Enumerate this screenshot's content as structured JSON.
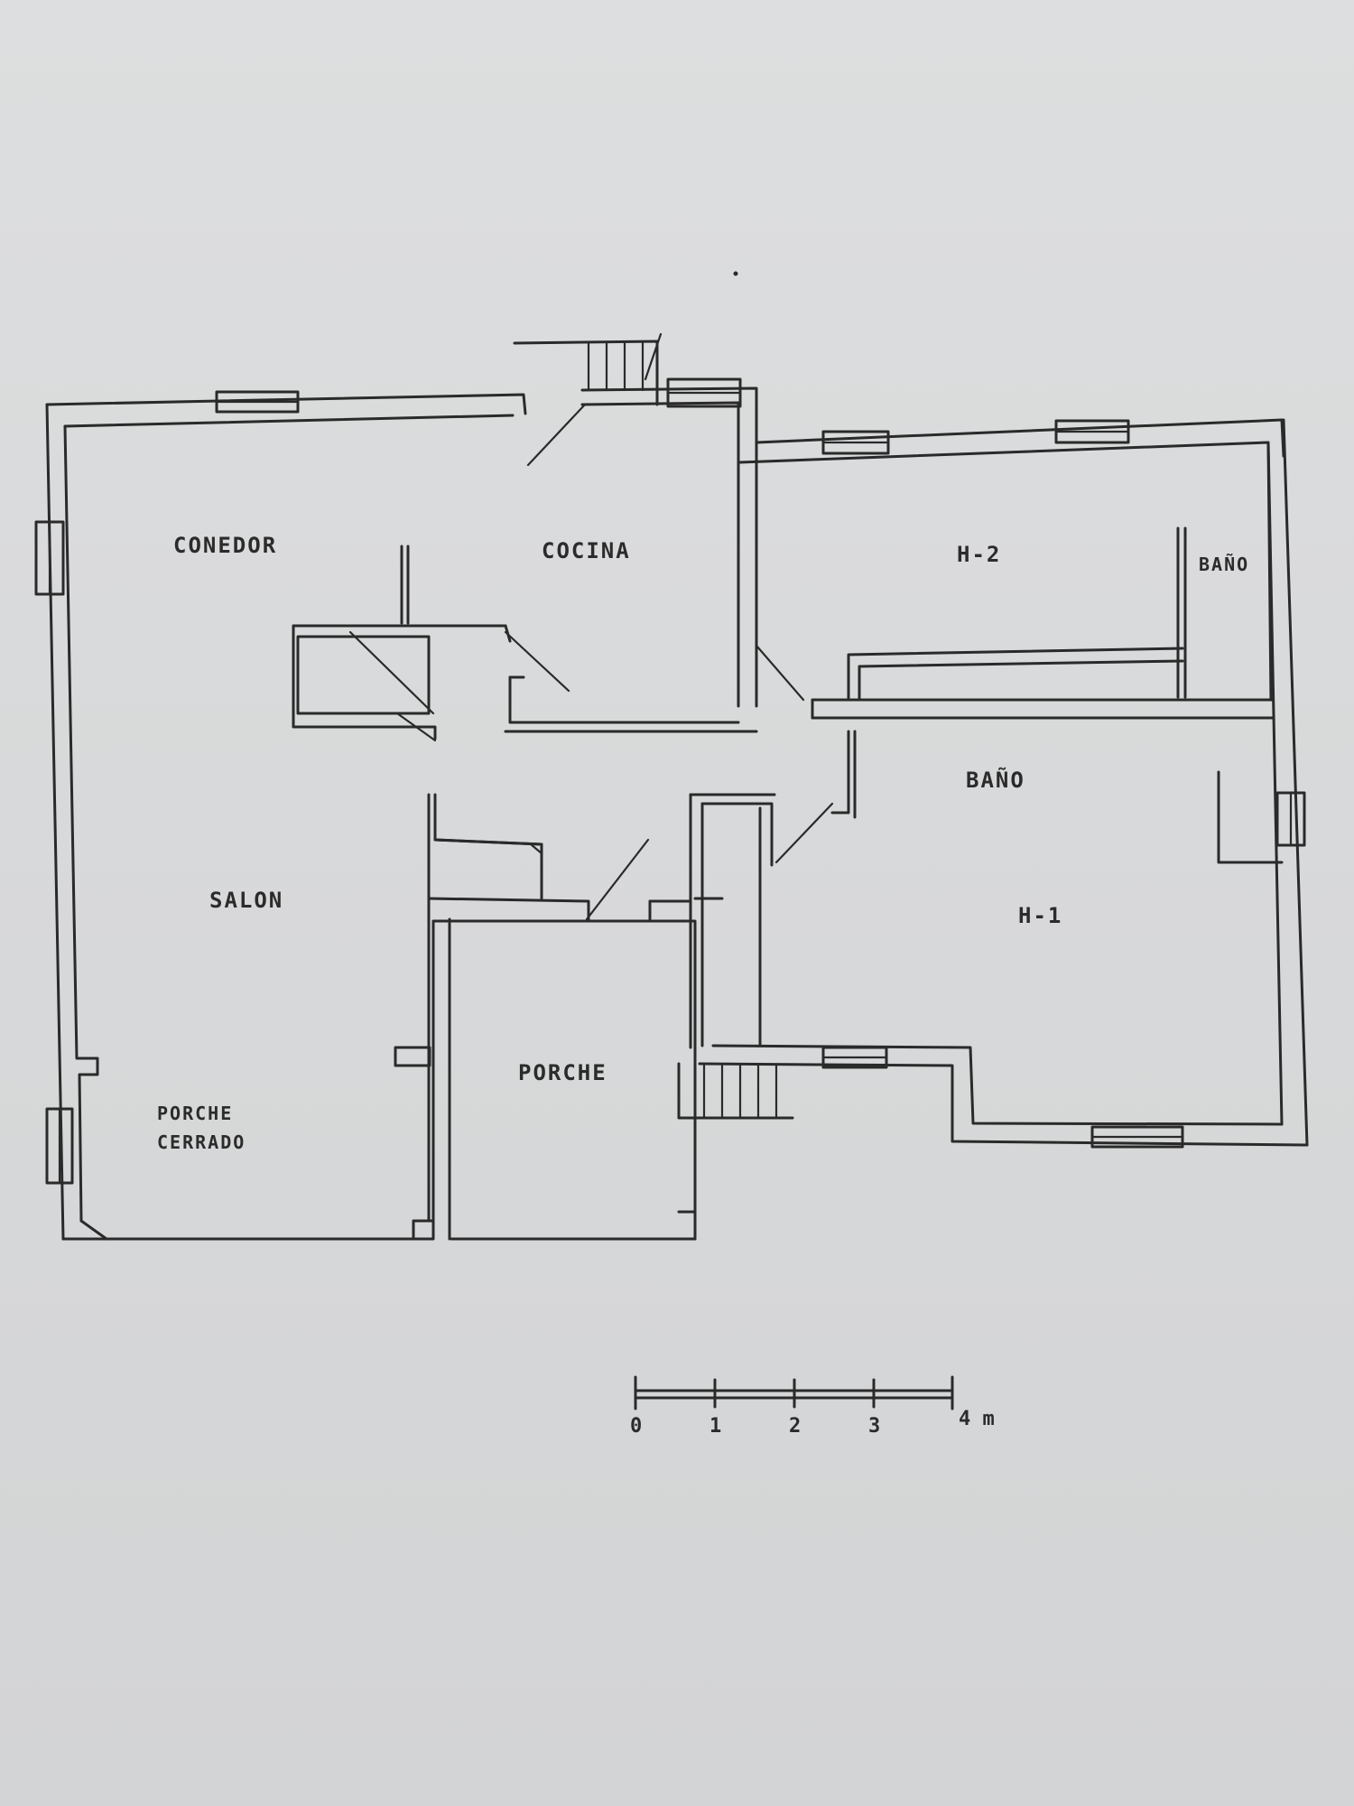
{
  "rooms": {
    "comedor": "CONEDOR",
    "cocina": "COCINA",
    "h2": "H-2",
    "bano_top": "BAÑO",
    "bano_mid": "BAÑO",
    "salon": "SALON",
    "h1": "H-1",
    "porche": "PORCHE",
    "porche_cerrado_1": "PORCHE",
    "porche_cerrado_2": "CERRADO"
  },
  "scale_bar": {
    "ticks": [
      "0",
      "1",
      "2",
      "3"
    ],
    "end_label": "4 m"
  }
}
